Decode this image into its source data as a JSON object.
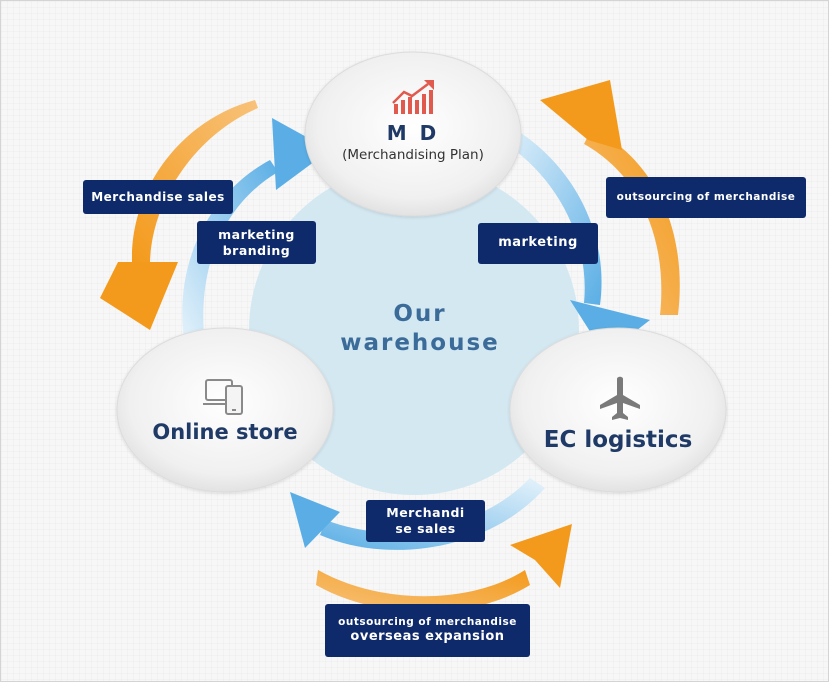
{
  "center": {
    "line1": "Our",
    "line2": "warehouse"
  },
  "nodes": {
    "md": {
      "title": "M D",
      "subtitle": "(Merchandising Plan)",
      "icon": "growth-chart-icon"
    },
    "online_store": {
      "title": "Online store",
      "icon": "devices-icon"
    },
    "ec_logistics": {
      "title": "EC logistics",
      "icon": "airplane-icon"
    }
  },
  "labels": {
    "merchandise_sales_top": "Merchandise sales",
    "marketing_branding": {
      "line1": "marketing",
      "line2": "branding"
    },
    "marketing": "marketing",
    "outsourcing_top": "outsourcing of merchandise",
    "merchandise_sales_bottom": {
      "line1": "Merchandi",
      "line2": "se sales"
    },
    "outsourcing_bottom": {
      "line1": "outsourcing of merchandise",
      "line2": "overseas expansion"
    }
  },
  "colors": {
    "label_bg": "#0f2a6b",
    "orange_arrow": "#f5a22a",
    "blue_arrow": "#6fb7e6",
    "center_circle": "#d4e8f2",
    "title_text": "#1f3a66"
  }
}
